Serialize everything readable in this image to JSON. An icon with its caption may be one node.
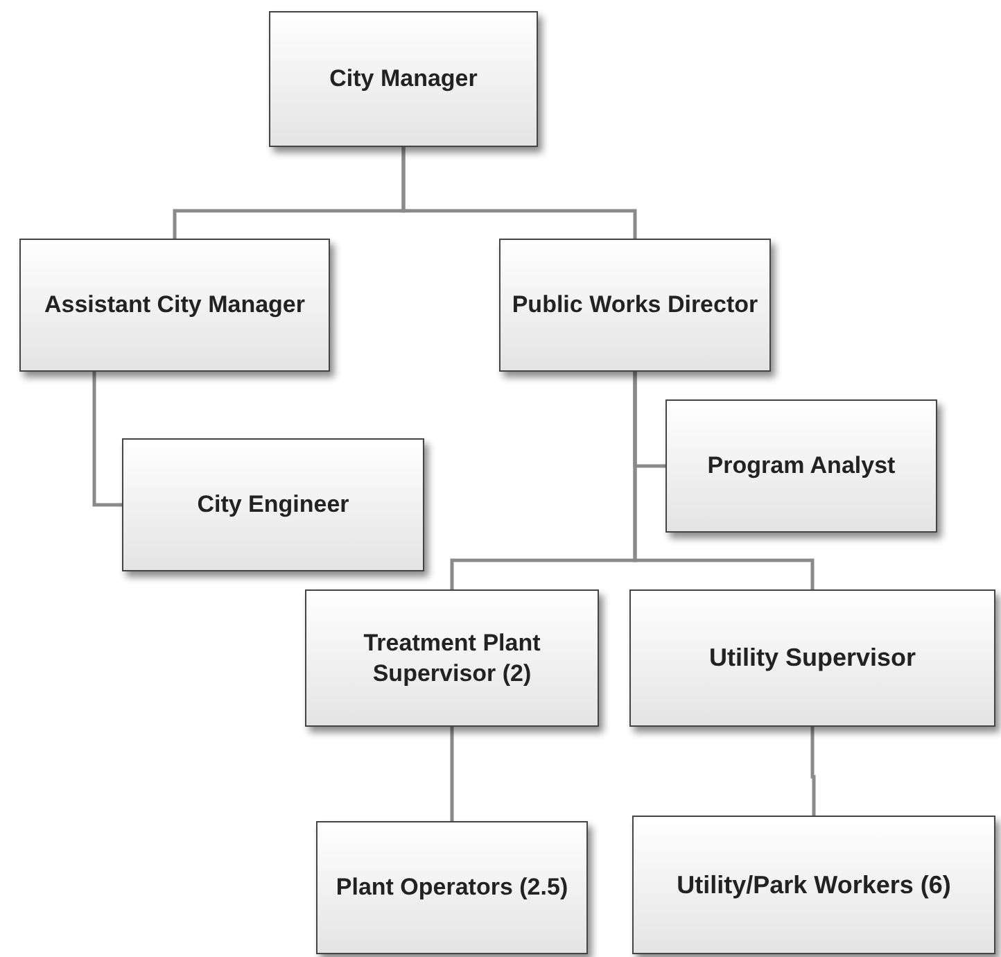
{
  "diagram": {
    "nodes": [
      {
        "text": [
          "City Manager"
        ]
      },
      {
        "text": [
          "Assistant City Manager"
        ]
      },
      {
        "text": [
          "Public Works Director"
        ]
      },
      {
        "text": [
          "City Engineer"
        ]
      },
      {
        "text": [
          "Program Analyst"
        ]
      },
      {
        "text": [
          "Treatment Plant Supervisor (2)"
        ]
      },
      {
        "text": [
          "Utility Supervisor"
        ]
      },
      {
        "text": [
          "Plant Operators (2.5)"
        ]
      },
      {
        "text": [
          "Utility/Park Workers (6)"
        ]
      }
    ],
    "edges": [
      {
        "from": 0,
        "to": 1,
        "arrow": "none"
      },
      {
        "from": 0,
        "to": 2,
        "arrow": "none"
      },
      {
        "from": 1,
        "to": 3,
        "arrow": "none"
      },
      {
        "from": 2,
        "to": 4,
        "arrow": "none"
      },
      {
        "from": 2,
        "to": 5,
        "arrow": "none"
      },
      {
        "from": 2,
        "to": 6,
        "arrow": "none"
      },
      {
        "from": 5,
        "to": 7,
        "arrow": "none"
      },
      {
        "from": 6,
        "to": 8,
        "arrow": "none"
      }
    ]
  }
}
